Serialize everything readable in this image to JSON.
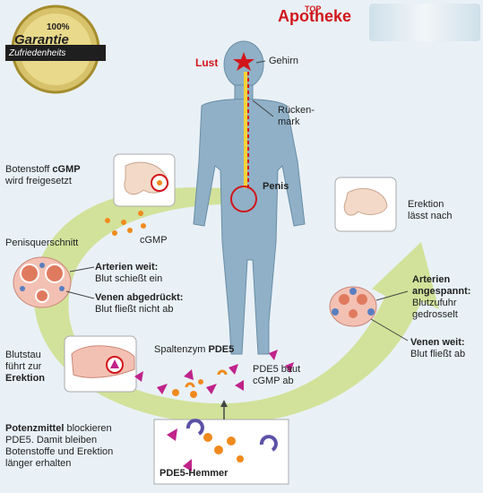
{
  "badge": {
    "top": "100%",
    "main": "Garantie",
    "sub": "Zufriedenheits"
  },
  "brand": {
    "prefix": "TOP",
    "name": "Apotheke"
  },
  "colors": {
    "red": "#d1161b",
    "arrow_green": "#c9dc8a",
    "body": "#8fb0c6",
    "orange": "#f08a1d",
    "purple": "#8a3a8e"
  },
  "labels": {
    "lust": "Lust",
    "gehirn": "Gehirn",
    "rueckenmark": [
      "Rücken-",
      "mark"
    ],
    "penis": "Penis",
    "erektion_laesst": [
      "Erektion",
      "lässt nach"
    ],
    "botenstoff": {
      "line1_plain": "Botenstoff ",
      "line1_bold": "cGMP",
      "line2": "wird freigesetzt"
    },
    "cgmp": "cGMP",
    "penisquerschnitt": "Penisquerschnitt",
    "arterien_weit": {
      "bold": "Arterien weit:",
      "text": "Blut schießt ein"
    },
    "venen_abgedrueckt": {
      "bold": "Venen abgedrückt:",
      "text": "Blut fließt nicht ab"
    },
    "arterien_angespannt": {
      "bold1": "Arterien",
      "bold2": "angespannt:",
      "text1": "Blutzufuhr",
      "text2": "gedrosselt"
    },
    "venen_weit": {
      "bold": "Venen weit:",
      "text": "Blut fließt ab"
    },
    "blutstau": {
      "l1": "Blutstau",
      "l2": "führt zur",
      "l3": "Erektion"
    },
    "spaltenzym": {
      "plain": "Spaltenzym ",
      "bold": "PDE5"
    },
    "pde5_baut": {
      "l1": "PDE5 baut",
      "l2": "cGMP ab"
    },
    "potenzmittel": {
      "bold": "Potenzmittel",
      "l1": " blockieren",
      "l2": "PDE5. Damit bleiben",
      "l3": "Botenstoffe und Erektion",
      "l4": "länger erhalten"
    },
    "hemmer": "PDE5-Hemmer"
  }
}
